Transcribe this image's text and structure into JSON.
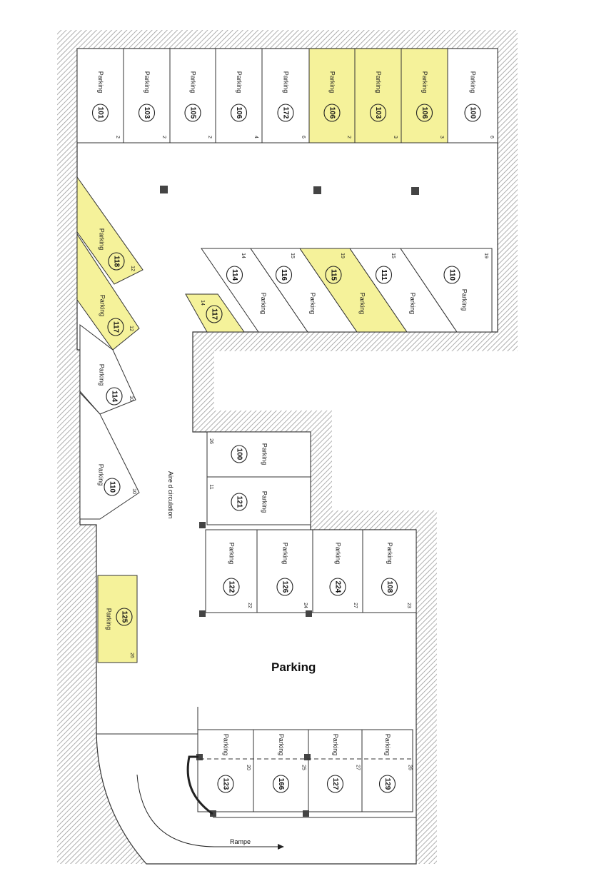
{
  "plan": {
    "title": "Parking",
    "aisle_label": "Aire d circulation",
    "ramp_label": "Rampe",
    "stall_label": "Parking"
  },
  "colors": {
    "highlight": "#f5f29a",
    "stall": "#ffffff",
    "wall_hatch": "#9a9a9a",
    "line": "#333333",
    "pillar": "#444444"
  },
  "stalls": [
    {
      "group": "top-row",
      "number": "101",
      "corner": "2",
      "highlighted": false
    },
    {
      "group": "top-row",
      "number": "103",
      "corner": "2",
      "highlighted": false
    },
    {
      "group": "top-row",
      "number": "105",
      "corner": "2",
      "highlighted": false
    },
    {
      "group": "top-row",
      "number": "106",
      "corner": "4",
      "highlighted": false
    },
    {
      "group": "top-row",
      "number": "172",
      "corner": "6",
      "highlighted": false
    },
    {
      "group": "top-row",
      "number": "106",
      "corner": "2",
      "highlighted": true
    },
    {
      "group": "top-row",
      "number": "103",
      "corner": "3",
      "highlighted": true
    },
    {
      "group": "top-row",
      "number": "106",
      "corner": "3",
      "highlighted": true
    },
    {
      "group": "top-row",
      "number": "100",
      "corner": "6",
      "highlighted": false
    },
    {
      "group": "diagonal-right",
      "number": "114",
      "corner": "14",
      "highlighted": false
    },
    {
      "group": "diagonal-right",
      "number": "116",
      "corner": "15",
      "highlighted": false
    },
    {
      "group": "diagonal-right",
      "number": "115",
      "corner": "19",
      "highlighted": true
    },
    {
      "group": "diagonal-right",
      "number": "111",
      "corner": "15",
      "highlighted": false
    },
    {
      "group": "diagonal-right",
      "number": "110",
      "corner": "19",
      "highlighted": false
    },
    {
      "group": "small",
      "number": "117",
      "corner": "14",
      "highlighted": true
    },
    {
      "group": "diagonal-left",
      "number": "118",
      "corner": "12",
      "highlighted": true
    },
    {
      "group": "diagonal-left",
      "number": "117",
      "corner": "12",
      "highlighted": true
    },
    {
      "group": "diagonal-left",
      "number": "114",
      "corner": "10",
      "highlighted": false
    },
    {
      "group": "diagonal-left",
      "number": "110",
      "corner": "10",
      "highlighted": false
    },
    {
      "group": "middle",
      "number": "100",
      "corner": "26",
      "highlighted": false
    },
    {
      "group": "middle",
      "number": "121",
      "corner": "11",
      "highlighted": false
    },
    {
      "group": "middle-row",
      "number": "122",
      "corner": "22",
      "highlighted": false
    },
    {
      "group": "middle-row",
      "number": "126",
      "corner": "24",
      "highlighted": false
    },
    {
      "group": "middle-row",
      "number": "224",
      "corner": "27",
      "highlighted": false
    },
    {
      "group": "middle-row",
      "number": "108",
      "corner": "23",
      "highlighted": false
    },
    {
      "group": "left-single",
      "number": "125",
      "corner": "26",
      "highlighted": true
    },
    {
      "group": "bottom-row",
      "number": "123",
      "corner": "20",
      "highlighted": false
    },
    {
      "group": "bottom-row",
      "number": "166",
      "corner": "25",
      "highlighted": false
    },
    {
      "group": "bottom-row",
      "number": "127",
      "corner": "27",
      "highlighted": false
    },
    {
      "group": "bottom-row",
      "number": "129",
      "corner": "26",
      "highlighted": false
    }
  ]
}
